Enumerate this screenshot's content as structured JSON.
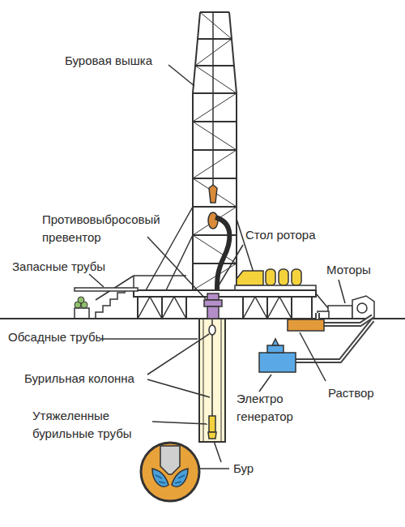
{
  "diagram": {
    "labels": [
      "Буровая вышка",
      "Противовыбросовый превентор",
      "Стол ротора",
      "Запасные трубы",
      "Моторы",
      "Обсадные трубы",
      "Бурильная колонна",
      "Раствор",
      "Электро генератор",
      "Утяжеленные бурильные трубы",
      "Бур"
    ]
  }
}
